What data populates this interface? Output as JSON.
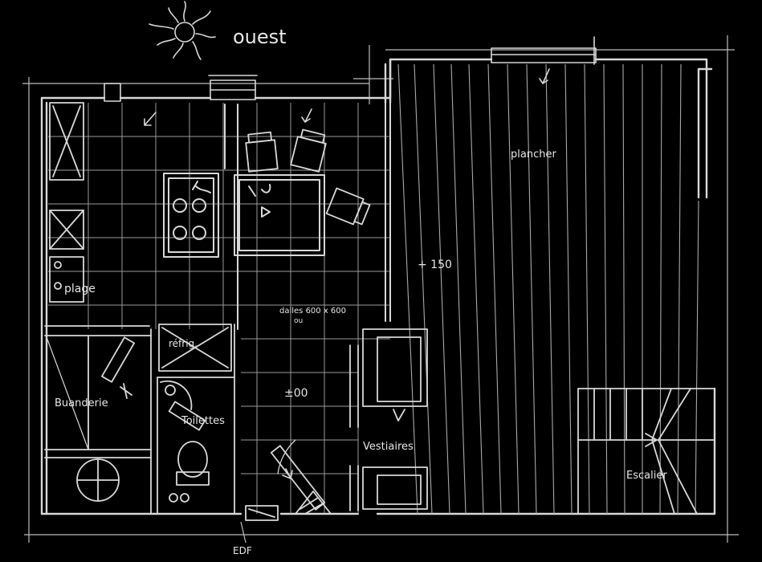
{
  "labels": {
    "orientation": "ouest",
    "parquet": "plancher",
    "level_raised": "+ 150",
    "tiles": "dalles 600 x 600",
    "tiles_note": "ou",
    "level_zero": "±00",
    "shower": "plage",
    "laundry": "Buanderie",
    "fridge": "réfrig.",
    "toilets": "Toilettes",
    "cloakroom": "Vestiaires",
    "stairs": "Escalier",
    "meter": "EDF"
  },
  "icons": {
    "sun": "sun-icon",
    "north_arrow": "direction-arrow-icon"
  },
  "colors": {
    "background": "#000000",
    "ink": "#d8d8d8",
    "ink_soft": "#a8a8a8"
  }
}
